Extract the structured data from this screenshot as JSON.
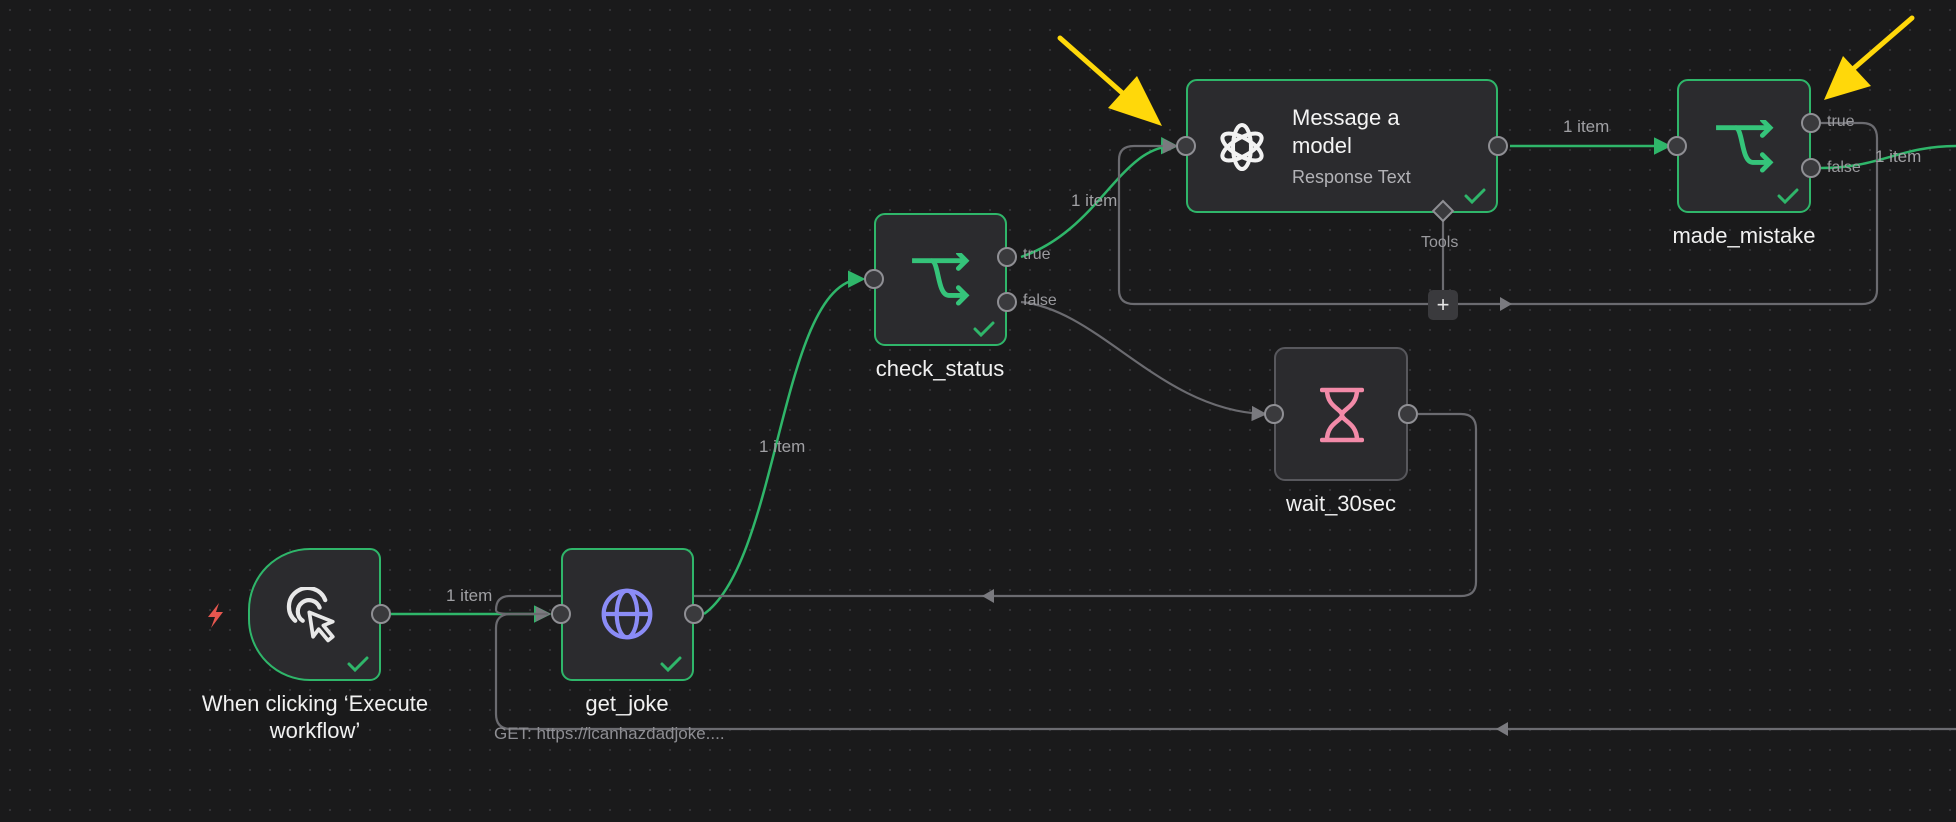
{
  "workflow": {
    "nodes": {
      "trigger": {
        "title": "When clicking ‘Execute workflow’",
        "icon": "cursor-click-icon",
        "status": "success"
      },
      "get_joke": {
        "title": "get_joke",
        "subtitle": "GET: https://icanhazdadjoke....",
        "icon": "globe-icon",
        "status": "success"
      },
      "check_status": {
        "title": "check_status",
        "icon": "if-branch-icon",
        "status": "success",
        "outputs": [
          "true",
          "false"
        ]
      },
      "message_model": {
        "title": "Message a model",
        "subtitle": "Response Text",
        "icon": "openai-icon",
        "status": "success",
        "tools_label": "Tools"
      },
      "made_mistake": {
        "title": "made_mistake",
        "icon": "if-branch-icon",
        "status": "success",
        "outputs": [
          "true",
          "false"
        ]
      },
      "wait_30sec": {
        "title": "wait_30sec",
        "icon": "hourglass-icon",
        "status": "idle"
      }
    },
    "connection_labels": {
      "trigger_to_get_joke": "1 item",
      "get_joke_to_check_status": "1 item",
      "check_status_to_message_model": "1 item",
      "message_model_to_made_mistake": "1 item",
      "made_mistake_false_out": "1 item"
    },
    "colors": {
      "canvas_bg": "#1a1a1b",
      "success": "#2fb66a",
      "wire_idle": "#6b6b70",
      "if_icon": "#35c47a",
      "globe_icon": "#8b8cf6",
      "hourglass_icon": "#f28aa8",
      "trigger_bolt": "#e5574f",
      "annotation_arrow": "#ffd80a"
    }
  }
}
